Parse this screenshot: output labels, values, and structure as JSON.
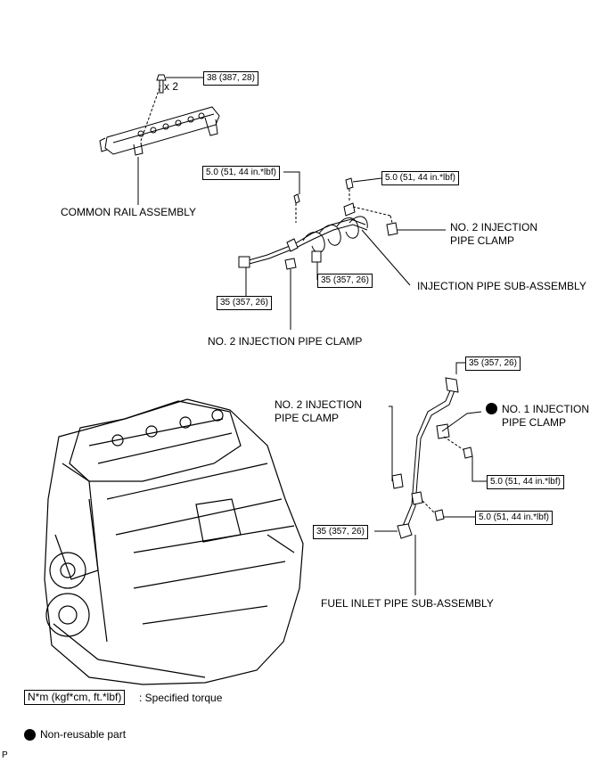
{
  "torque_specs": {
    "common_rail_bolt": "38 (387, 28)",
    "bolt_quantity": "x 2",
    "clamp_bolt_left": "5.0 (51, 44 in.*lbf)",
    "clamp_bolt_right": "5.0 (51, 44 in.*lbf)",
    "inj_pipe_nut_left": "35 (357, 26)",
    "inj_pipe_nut_mid": "35 (357, 26)",
    "fuel_pipe_top_nut": "35 (357, 26)",
    "no1_clamp_bolt": "5.0 (51, 44 in.*lbf)",
    "lower_clamp_bolt": "5.0 (51, 44 in.*lbf)",
    "fuel_pipe_bottom_nut": "35 (357, 26)"
  },
  "labels": {
    "common_rail": "COMMON RAIL ASSEMBLY",
    "no2_clamp_top_l1": "NO. 2 INJECTION",
    "no2_clamp_top_l2": "PIPE CLAMP",
    "injection_pipe": "INJECTION PIPE SUB-ASSEMBLY",
    "no2_clamp_bottom": "NO. 2 INJECTION PIPE CLAMP",
    "no2_clamp_fuel_l1": "NO. 2 INJECTION",
    "no2_clamp_fuel_l2": "PIPE CLAMP",
    "no1_clamp_l1": "NO. 1 INJECTION",
    "no1_clamp_l2": "PIPE CLAMP",
    "fuel_inlet_pipe": "FUEL INLET PIPE SUB-ASSEMBLY"
  },
  "legend": {
    "torque_unit": "N*m (kgf*cm, ft.*lbf)",
    "torque_desc": ": Specified torque",
    "nonreusable_desc": "Non-reusable part"
  },
  "figure_code": "P"
}
